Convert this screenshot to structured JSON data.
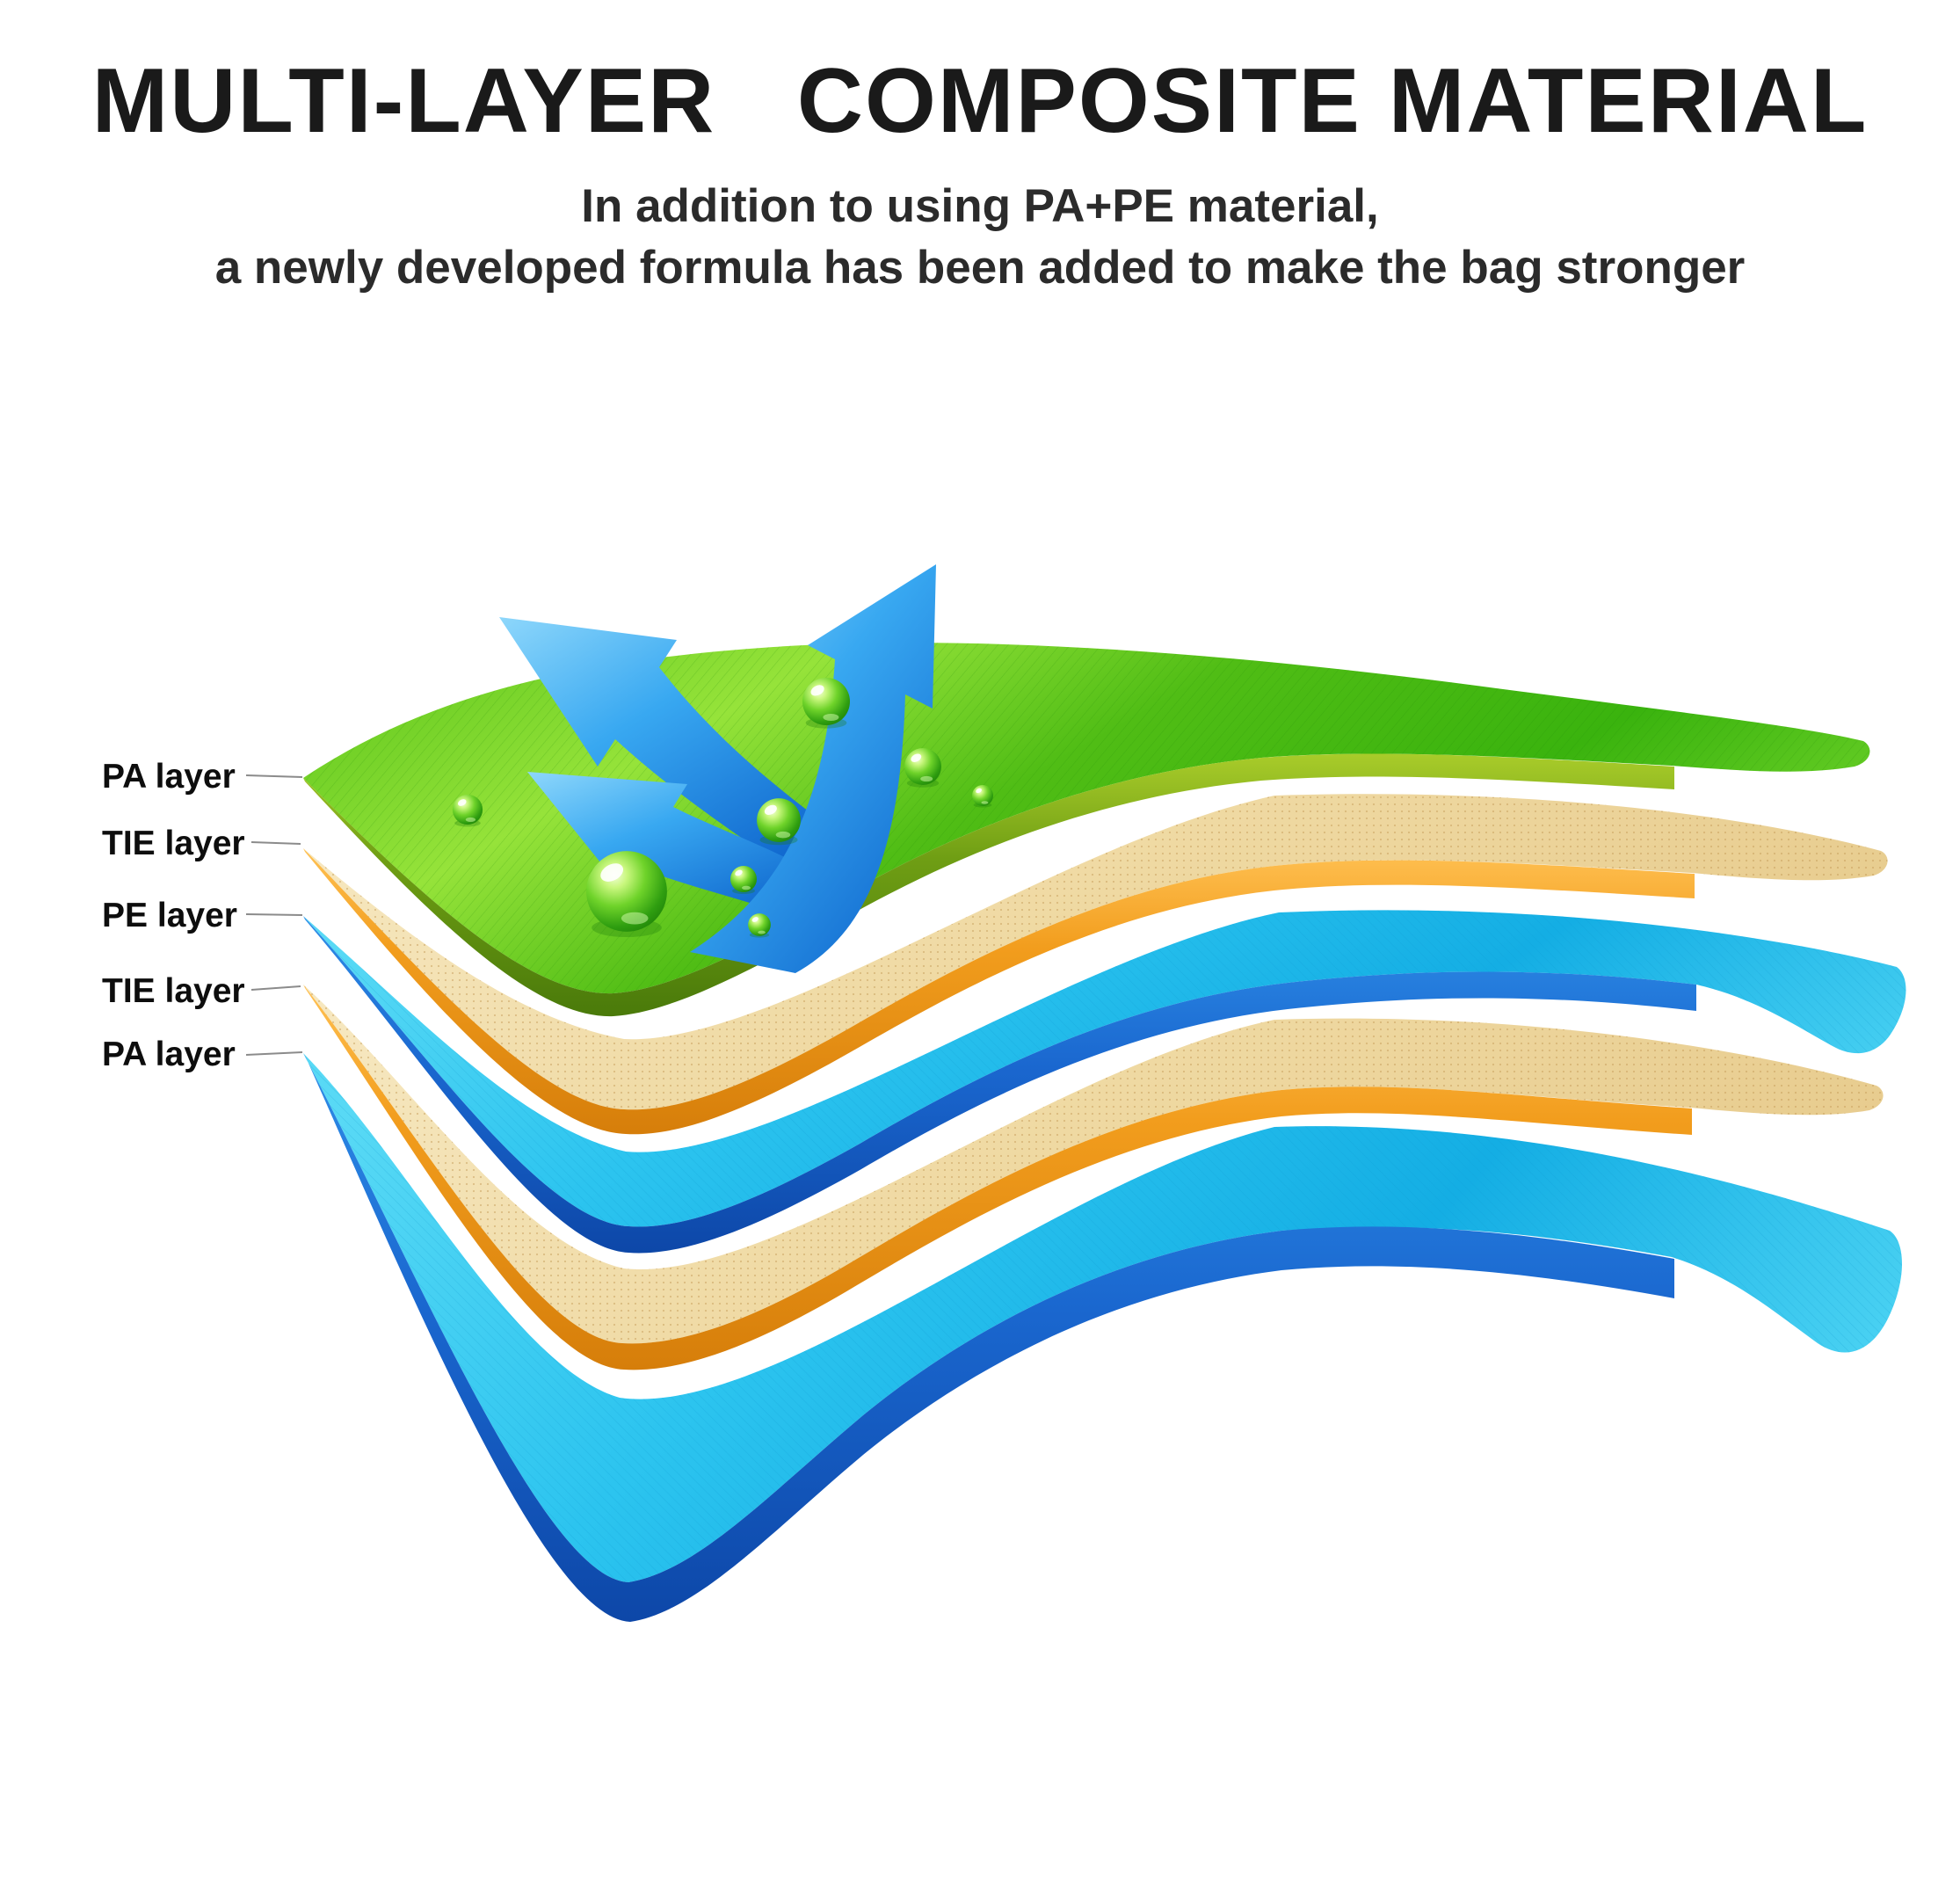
{
  "title": "MULTI-LAYER   COMPOSITE MATERIAL",
  "subtitle": {
    "line1": "In addition to using PA+PE material,",
    "line2": "a newly developed formula has been added to make the bag stronger"
  },
  "layer_labels": [
    {
      "label": "PA layer"
    },
    {
      "label": "TIE layer"
    },
    {
      "label": "PE layer"
    },
    {
      "label": "TIE layer"
    },
    {
      "label": "PA layer"
    }
  ],
  "diagram": {
    "layers_top_to_bottom": [
      {
        "name": "PA layer",
        "surface_color": "#58c71e",
        "edge_color": "#7aa31a"
      },
      {
        "name": "TIE layer",
        "surface_color": "#efd9a2",
        "edge_color": "#f29d1d"
      },
      {
        "name": "PE layer",
        "surface_color": "#2cc4ef",
        "edge_color": "#1a67cf"
      },
      {
        "name": "TIE layer",
        "surface_color": "#efd9a2",
        "edge_color": "#f29d1d"
      },
      {
        "name": "PA layer",
        "surface_color": "#2cc4ef",
        "edge_color": "#1a67cf"
      }
    ],
    "icons": [
      {
        "name": "curved-arrow-up-left-icon",
        "color": "#2e9ff0"
      },
      {
        "name": "curved-arrow-up-left-small-icon",
        "color": "#2e9ff0"
      },
      {
        "name": "curved-arrow-up-right-icon",
        "color": "#2e9ff0"
      },
      {
        "name": "water-droplet-icon",
        "color": "#3fae18"
      }
    ]
  }
}
